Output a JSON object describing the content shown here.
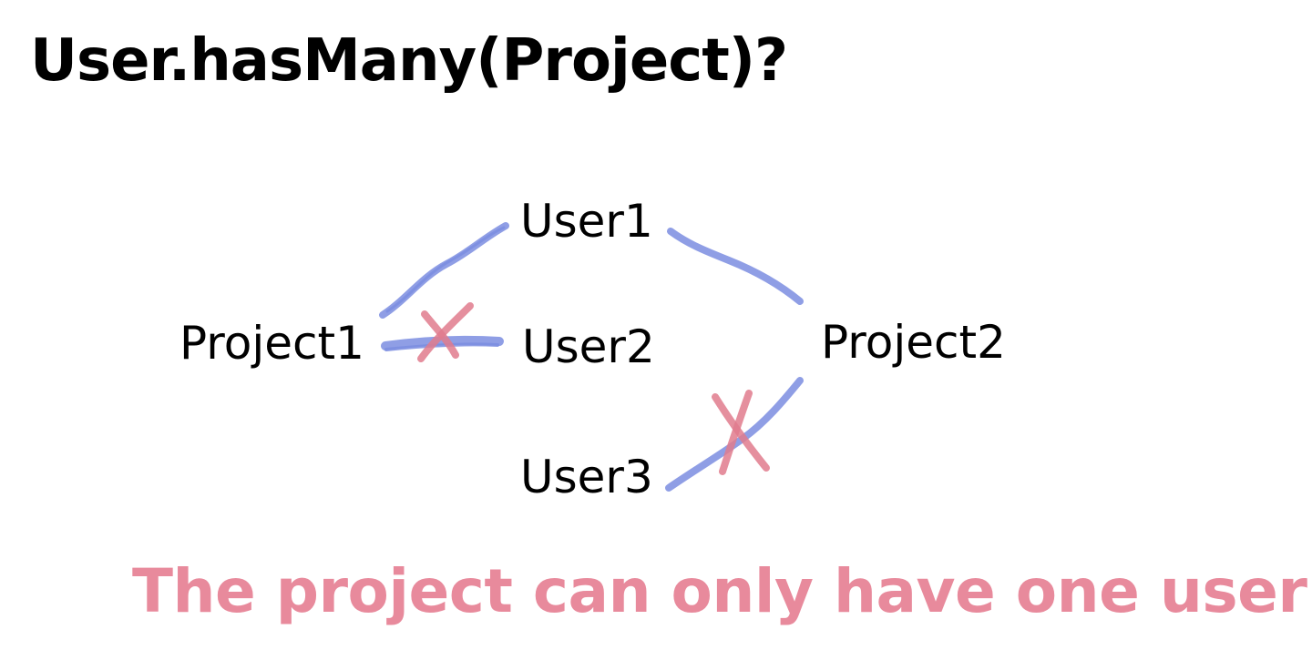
{
  "title": "User.hasMany(Project)?",
  "nodes": {
    "user1": "User1",
    "user2": "User2",
    "user3": "User3",
    "project1": "Project1",
    "project2": "Project2"
  },
  "links": [
    {
      "from": "Project1",
      "to": "User1",
      "crossed": false
    },
    {
      "from": "Project1",
      "to": "User2",
      "crossed": true
    },
    {
      "from": "User1",
      "to": "Project2",
      "crossed": false
    },
    {
      "from": "User3",
      "to": "Project2",
      "crossed": true
    }
  ],
  "caption": "The project can only have one user!",
  "colors": {
    "text": "#000000",
    "link": "#7b8de0",
    "cross": "#e07b8d",
    "caption": "#e88a9c",
    "background": "#ffffff"
  }
}
